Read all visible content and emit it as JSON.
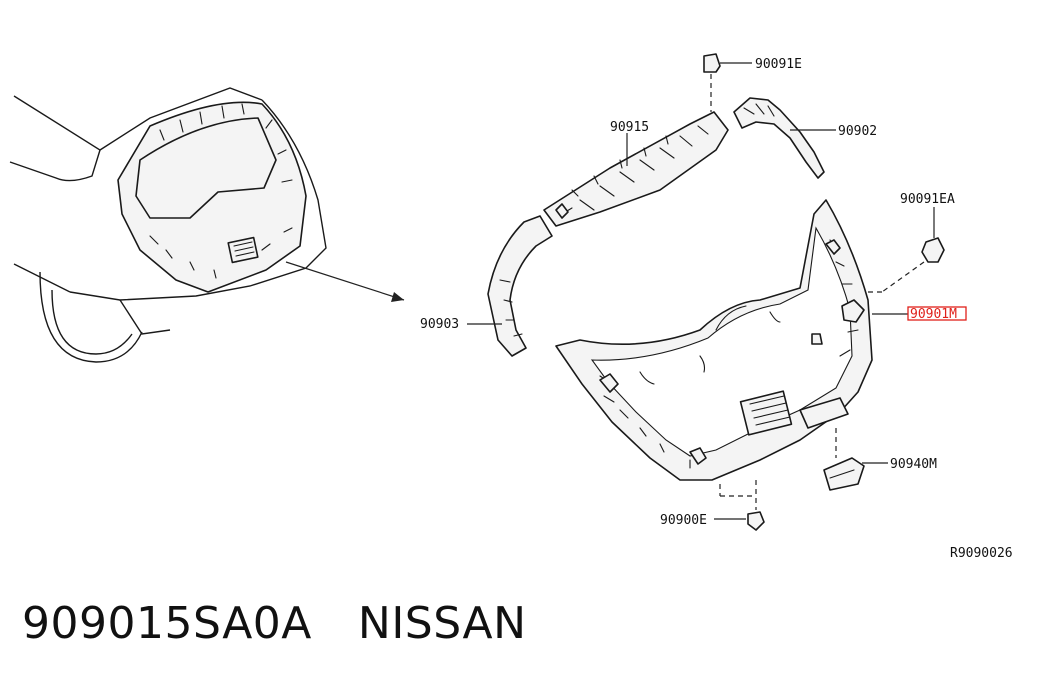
{
  "labels": {
    "p90091E": "90091E",
    "p90915": "90915",
    "p90902": "90902",
    "p90091EA": "90091EA",
    "p90903": "90903",
    "p90901M": "90901M",
    "p90940M": "90940M",
    "p90900E": "90900E",
    "ref": "R9090026"
  },
  "caption": {
    "part_number": "909015SA0A",
    "brand": "NISSAN"
  },
  "colors": {
    "highlight": "#e0201a",
    "ink": "#111111"
  }
}
